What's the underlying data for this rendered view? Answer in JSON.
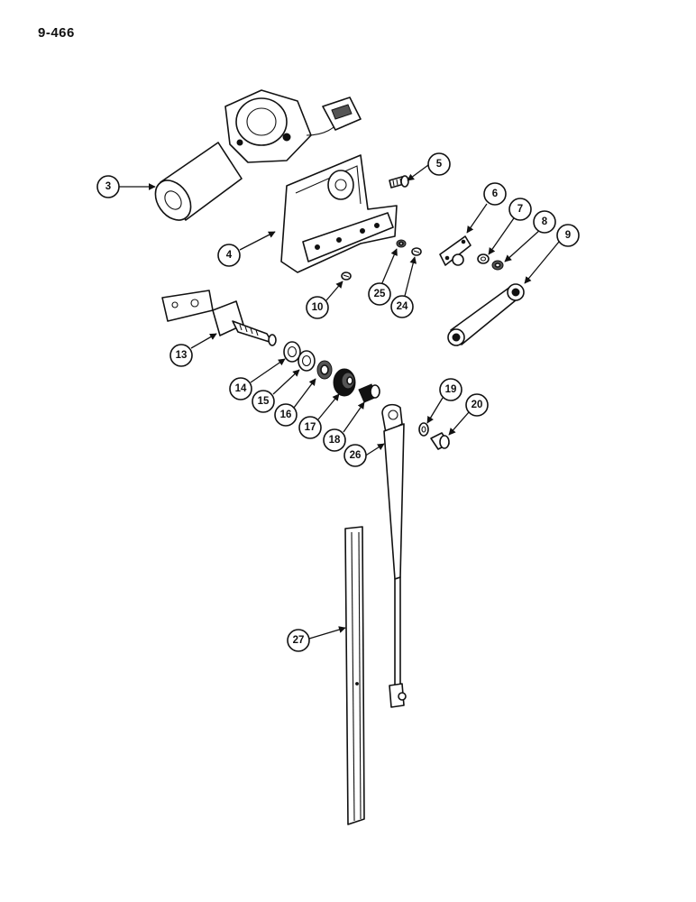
{
  "page": {
    "number": "9-466"
  },
  "callouts": [
    {
      "id": "3",
      "label": "3"
    },
    {
      "id": "4",
      "label": "4"
    },
    {
      "id": "5",
      "label": "5"
    },
    {
      "id": "6",
      "label": "6"
    },
    {
      "id": "7",
      "label": "7"
    },
    {
      "id": "8",
      "label": "8"
    },
    {
      "id": "9",
      "label": "9"
    },
    {
      "id": "10",
      "label": "10"
    },
    {
      "id": "13",
      "label": "13"
    },
    {
      "id": "14",
      "label": "14"
    },
    {
      "id": "15",
      "label": "15"
    },
    {
      "id": "16",
      "label": "16"
    },
    {
      "id": "17",
      "label": "17"
    },
    {
      "id": "18",
      "label": "18"
    },
    {
      "id": "19",
      "label": "19"
    },
    {
      "id": "20",
      "label": "20"
    },
    {
      "id": "24",
      "label": "24"
    },
    {
      "id": "25",
      "label": "25"
    },
    {
      "id": "26",
      "label": "26"
    },
    {
      "id": "27",
      "label": "27"
    }
  ]
}
